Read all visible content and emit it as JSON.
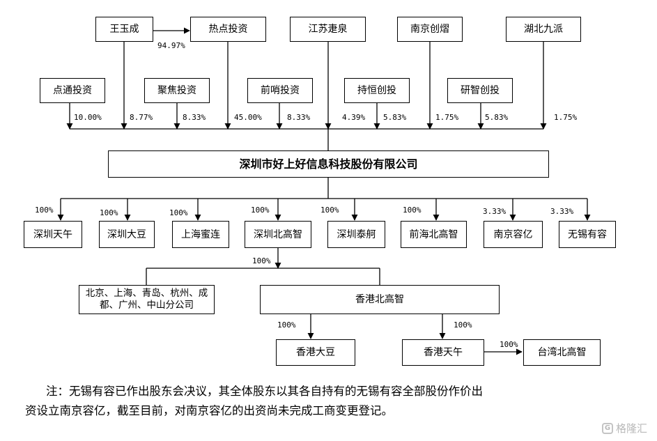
{
  "shareholders": {
    "wang_yucheng": "王玉成",
    "redian": "热点投资",
    "jiangsu": "江苏疌泉",
    "nanjing_chuangyi": "南京创熠",
    "hubei": "湖北九派",
    "diantong": "点通投资",
    "jujiao": "聚焦投资",
    "qianshao": "前哨投资",
    "chiheng": "持恒创投",
    "yanzhi": "研智创投"
  },
  "company": "深圳市好上好信息科技股份有限公司",
  "subsidiaries": {
    "shenzhen_tianwu": "深圳天午",
    "shenzhen_dadou": "深圳大豆",
    "shanghai_milian": "上海蜜连",
    "shenzhen_beigaozhi": "深圳北高智",
    "shenzhen_taiting": "深圳泰舸",
    "qianhai_beigaozhi": "前海北高智",
    "nanjing_rongyi": "南京容亿",
    "wuxi_yourong": "无锡有容"
  },
  "branches": "北京、上海、青岛、杭州、成都、广州、中山分公司",
  "hk_beigaozhi": "香港北高智",
  "hk_dadou": "香港大豆",
  "hk_tianwu": "香港天午",
  "tw_beigaozhi": "台湾北高智",
  "percentages": {
    "wang_to_redian": "94.97%",
    "diantong": "10.00%",
    "wang": "8.77%",
    "jujiao": "8.33%",
    "redian": "45.00%",
    "qianshao": "8.33%",
    "jiangsu": "4.39%",
    "chiheng": "5.83%",
    "nanjing_chuangyi": "1.75%",
    "yanzhi": "5.83%",
    "hubei": "1.75%",
    "sub_tianwu": "100%",
    "sub_dadou": "100%",
    "sub_milian": "100%",
    "sub_beigaozhi": "100%",
    "sub_taiting": "100%",
    "sub_qianhai": "100%",
    "sub_nanjing_rongyi": "3.33%",
    "sub_wuxi": "3.33%",
    "beigaozhi_to_hk": "100%",
    "hk_to_dadou": "100%",
    "hk_to_tianwu": "100%",
    "tianwu_to_tw": "100%"
  },
  "note": {
    "line1": "注：无锡有容已作出股东会决议，其全体股东以其各自持有的无锡有容全部股份作价出",
    "line2": "资设立南京容亿，截至目前，对南京容亿的出资尚未完成工商变更登记。"
  },
  "watermark": "格隆汇"
}
